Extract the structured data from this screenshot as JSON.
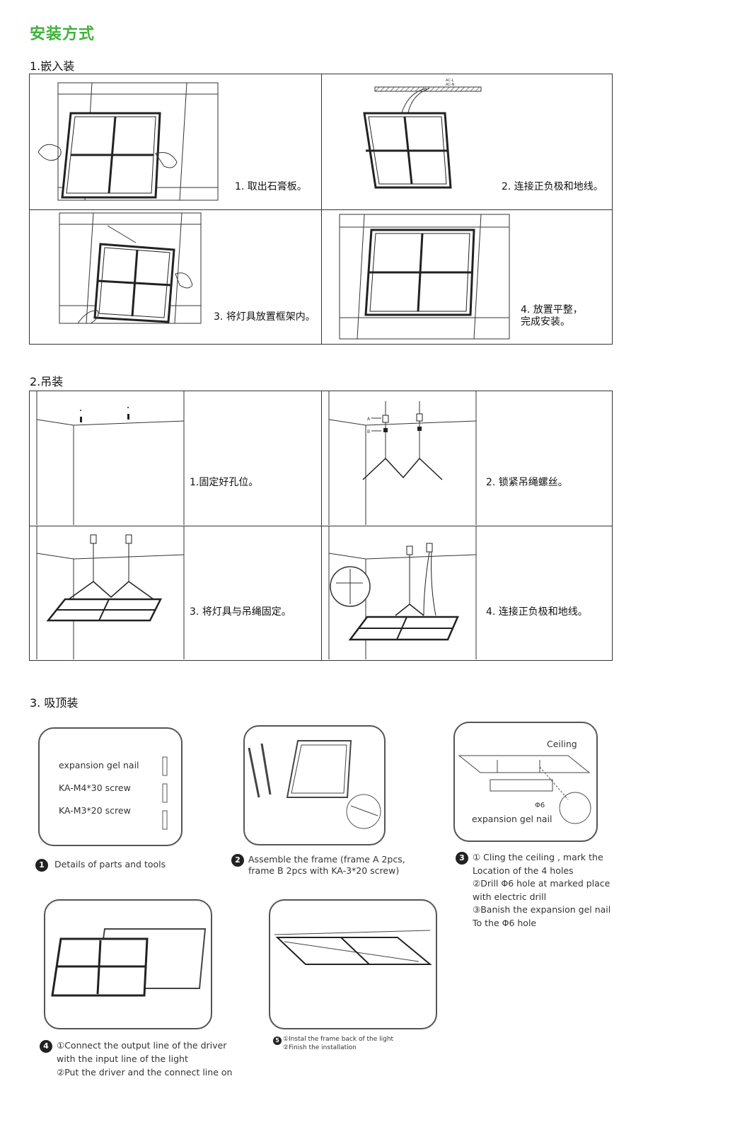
{
  "title": "安装方式",
  "sections": {
    "s1": "1.嵌入装",
    "s2": "2.吊装",
    "s3": "3. 吸顶装"
  },
  "embedded": {
    "step1": "1. 取出石膏板。",
    "step2": "2. 连接正负极和地线。",
    "step3": "3. 将灯具放置框架内。",
    "step4": "4. 放置平整，\n    完成安装。",
    "wire_label_l": "AC-L",
    "wire_label_n": "AC-N"
  },
  "suspended": {
    "step1": "1.固定好孔位。",
    "step2": "2. 锁紧吊绳螺丝。",
    "step3": "3. 将灯具与吊绳固定。",
    "step4": "4. 连接正负极和地线。",
    "label_a": "A",
    "label_b": "B"
  },
  "surface": {
    "card1_lines": [
      "expansion gel nail",
      "KA-M4*30  screw",
      "KA-M3*20  screw"
    ],
    "card3_ceiling": "Ceiling",
    "card3_phi": "Φ6",
    "card3_nail": "expansion  gel nail",
    "step1_num": "1",
    "step1_text": "Details of parts and tools",
    "step2_num": "2",
    "step2_text": "Assemble the frame (frame A 2pcs,\nframe B 2pcs with KA-3*20 screw)",
    "step3_num": "3",
    "step3_text": "① Cling the ceiling , mark  the\n    Location of the 4 holes\n②Drill Φ6 hole at marked place\n   with electric drill\n③Banish the expansion gel nail\n   To the  Φ6 hole",
    "step4_num": "4",
    "step4_text": "①Connect the output line of the driver\n   with the input line of the light\n②Put the driver and the connect line on",
    "step5_num": "5",
    "step5_text": "①Instal  the frame  back of the light\n②Finish the installation"
  },
  "colors": {
    "title": "#3fb23a",
    "line": "#333333"
  }
}
